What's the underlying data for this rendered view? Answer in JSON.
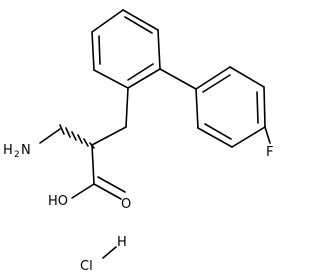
{
  "labels": {
    "amine": "H",
    "amine_sub": "2",
    "amine_n": "N",
    "hydroxyl": "HO",
    "carbonyl_o": "O",
    "fluorine": "F",
    "chloride": "Cl",
    "hydrogen": "H"
  },
  "colors": {
    "bond": "#000000",
    "background": "#ffffff"
  }
}
